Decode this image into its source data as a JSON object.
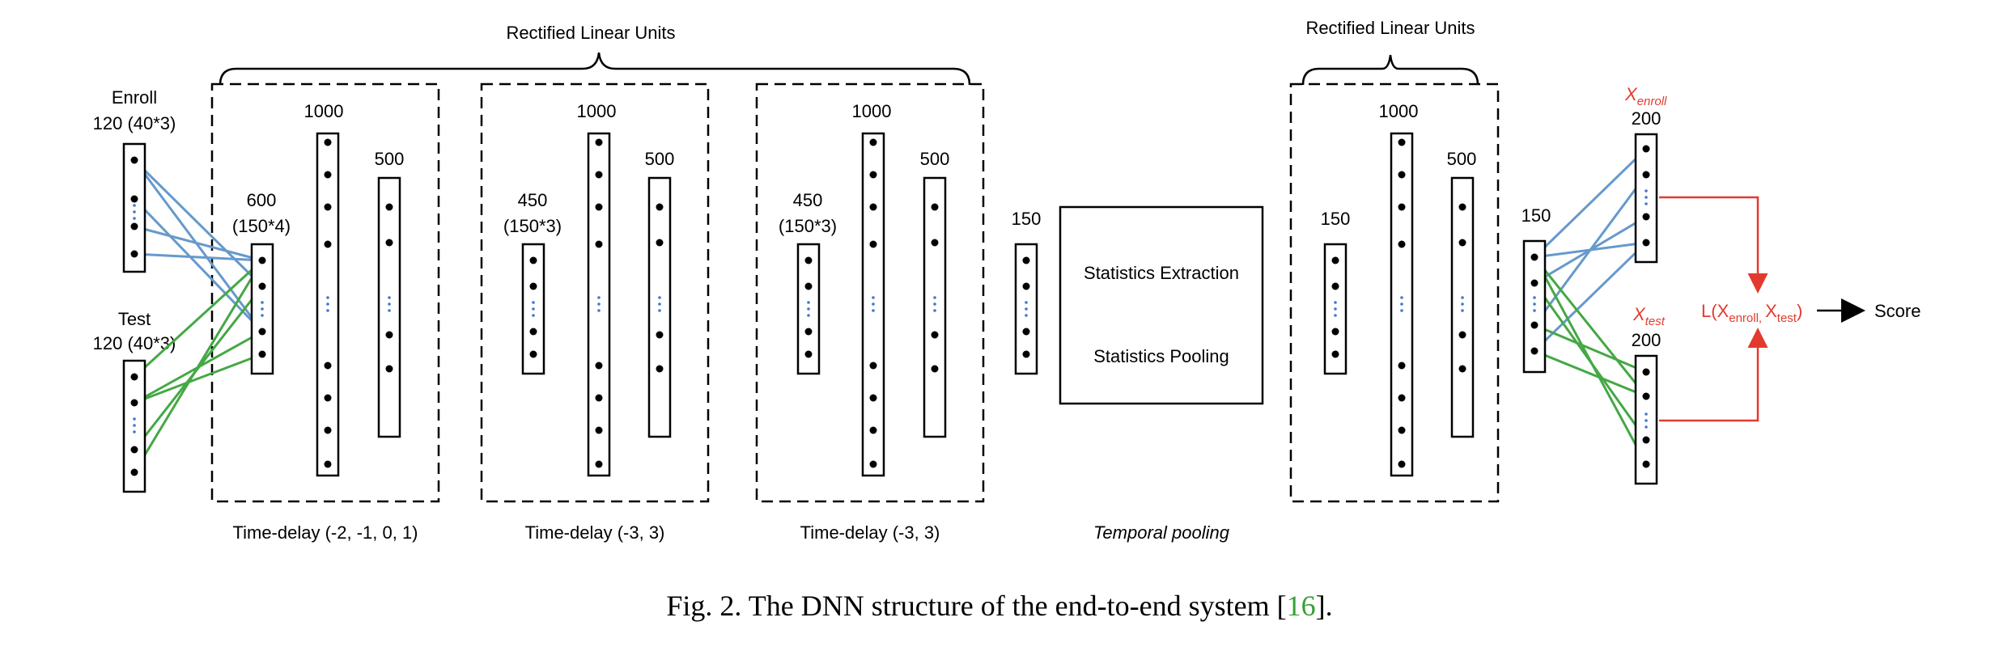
{
  "diagram": {
    "brace_label_1": "Rectified Linear Units",
    "brace_label_2": "Rectified Linear Units",
    "enroll": {
      "title": "Enroll",
      "dims": "120 (40*3)"
    },
    "test": {
      "title": "Test",
      "dims": "120 (40*3)"
    },
    "block1": {
      "in_a": "600",
      "in_b": "(150*4)",
      "mid": "1000",
      "out": "500",
      "label": "Time-delay (-2, -1, 0, 1)"
    },
    "block2": {
      "in_a": "450",
      "in_b": "(150*3)",
      "mid": "1000",
      "out": "500",
      "label": "Time-delay (-3, 3)"
    },
    "block3": {
      "in_a": "450",
      "in_b": "(150*3)",
      "mid": "1000",
      "out": "500",
      "label": "Time-delay (-3, 3)"
    },
    "pool": {
      "in": "150",
      "line1": "Statistics Extraction",
      "line2": "Statistics Pooling",
      "label": "Temporal pooling"
    },
    "block4": {
      "in": "150",
      "mid": "1000",
      "out": "500"
    },
    "embed": {
      "in": "150",
      "enroll_var": "X",
      "enroll_sub": "enroll",
      "enroll_dim": "200",
      "test_var": "X",
      "test_sub": "test",
      "test_dim": "200"
    },
    "loss": {
      "prefix": "L(",
      "var1": "X",
      "sub1": "enroll,",
      "var2": "X",
      "sub2": "test",
      "suffix": ")",
      "score": "Score"
    },
    "colors": {
      "blue": "#6699cc",
      "green": "#44a844",
      "red": "#e23b2e",
      "dots": "#4477cc"
    }
  },
  "caption": {
    "text": "Fig. 2. The DNN structure of the end-to-end system [",
    "ref": "16",
    "end": "]."
  }
}
